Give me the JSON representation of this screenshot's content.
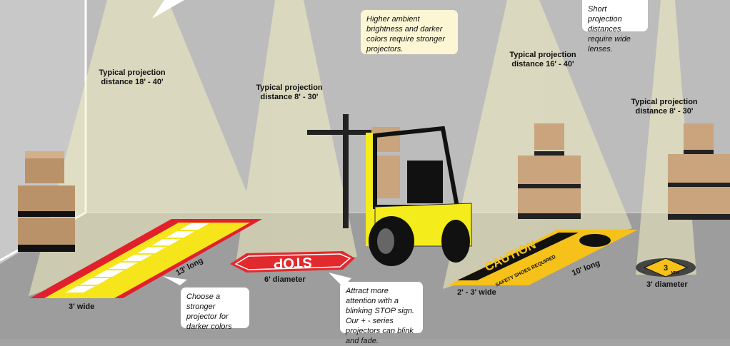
{
  "colors": {
    "wall": "#bdbdbd",
    "floor": "#9e9e9e",
    "forklift": "#f5ec1c",
    "stop_red": "#e32a2f",
    "caution_yellow": "#f6c21a",
    "crosswalk_yellow": "#f7e51b"
  },
  "labels": {
    "distance_crosswalk": "Typical projection distance 18' - 40'",
    "distance_stop": "Typical projection distance 8' - 30'",
    "distance_caution": "Typical projection distance 16' - 40'",
    "distance_speed": "Typical projection distance 8' - 30'",
    "crosswalk_length": "13' long",
    "crosswalk_width": "3' wide",
    "stop_size": "6' diameter",
    "caution_width": "2' - 3' wide",
    "caution_length": "10' long",
    "speed_size": "3' diameter"
  },
  "notes": {
    "ambient": "Higher ambient  brightness and darker colors require stronger projectors.",
    "lenses": "Short projection distances require wide lenses.",
    "darker": "Choose a stronger projector for darker colors",
    "blink": "Attract more attention with a blinking STOP sign. Our + - series projectors can blink and fade."
  },
  "signs": {
    "stop": "STOP",
    "caution": "CAUTION",
    "caution_sub": "SAFETY SHOES REQUIRED",
    "speed": "3",
    "speed_unit": "MPH"
  }
}
